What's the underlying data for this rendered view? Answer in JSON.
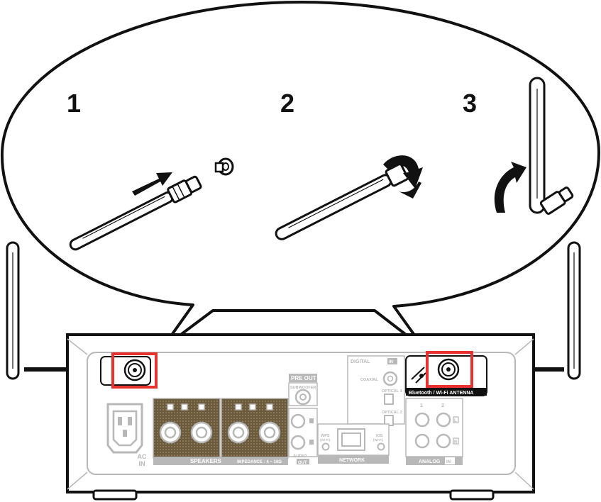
{
  "steps": [
    "1",
    "2",
    "3"
  ],
  "panel": {
    "pre_out": "PRE OUT",
    "subwoofer": "SUBWOOFER",
    "digital": "DIGITAL",
    "in_badge": "IN",
    "coaxial": "COAXIAL",
    "optical1": "OPTICAL 1",
    "optical2": "OPTICAL 2",
    "wps": "WPS",
    "wps_sub": "(Wi-Fi)",
    "ios": "iOS",
    "ios_sub": "(Wi-Fi)",
    "network": "NETWORK",
    "speakers": "SPEAKERS",
    "impedance": "IMPEDANCE : 4 ~ 16Ω",
    "audio": "AUDIO",
    "out_badge": "OUT",
    "ac": "AC",
    "in": "IN",
    "analog": "ANALOG",
    "analog_1": "1",
    "analog_2": "2",
    "antenna": "Bluetooth / Wi-Fi ANTENNA",
    "l": "L",
    "r": "R"
  },
  "colors": {
    "highlight": "#e8322f",
    "outline": "#111111",
    "panel_gray": "#b8b8b8",
    "terminal_brown": "#6b5a3c"
  }
}
